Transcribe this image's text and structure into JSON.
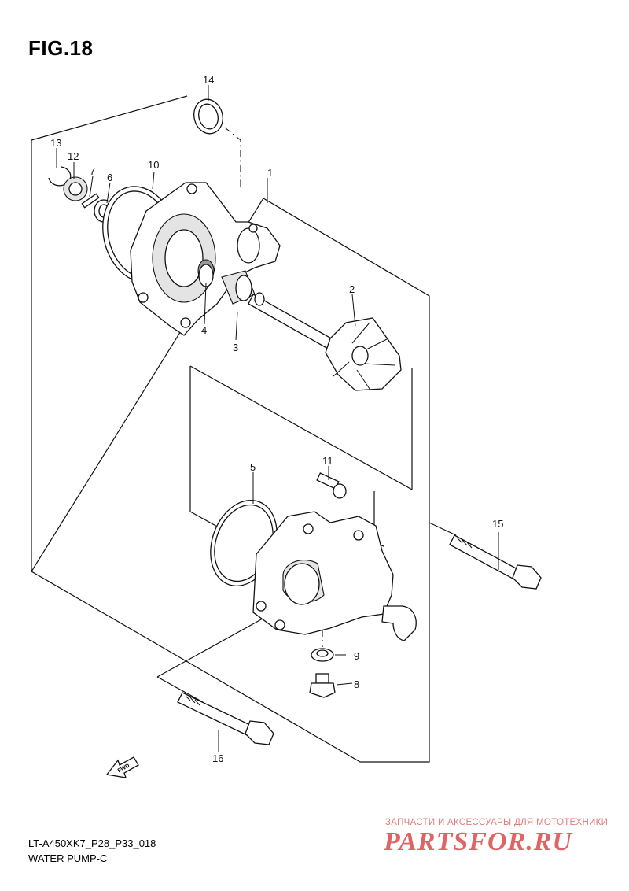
{
  "figure": {
    "title": "FIG.18"
  },
  "callouts": {
    "c1": "1",
    "c2": "2",
    "c3": "3",
    "c4": "4",
    "c5": "5",
    "c6": "6",
    "c7": "7",
    "c8": "8",
    "c9": "9",
    "c10": "10",
    "c11": "11",
    "c12": "12",
    "c13": "13",
    "c14": "14",
    "c15": "15",
    "c16": "16"
  },
  "fwd_marker": "FWD",
  "footer": {
    "model_code": "LT-A450XK7_P28_P33_018",
    "section_name": "WATER PUMP-C"
  },
  "watermark": {
    "tagline": "ЗАПЧАСТИ И АКСЕССУАРЫ ДЛЯ МОТОТЕХНИКИ",
    "brand": "PARTSFOR.RU"
  }
}
